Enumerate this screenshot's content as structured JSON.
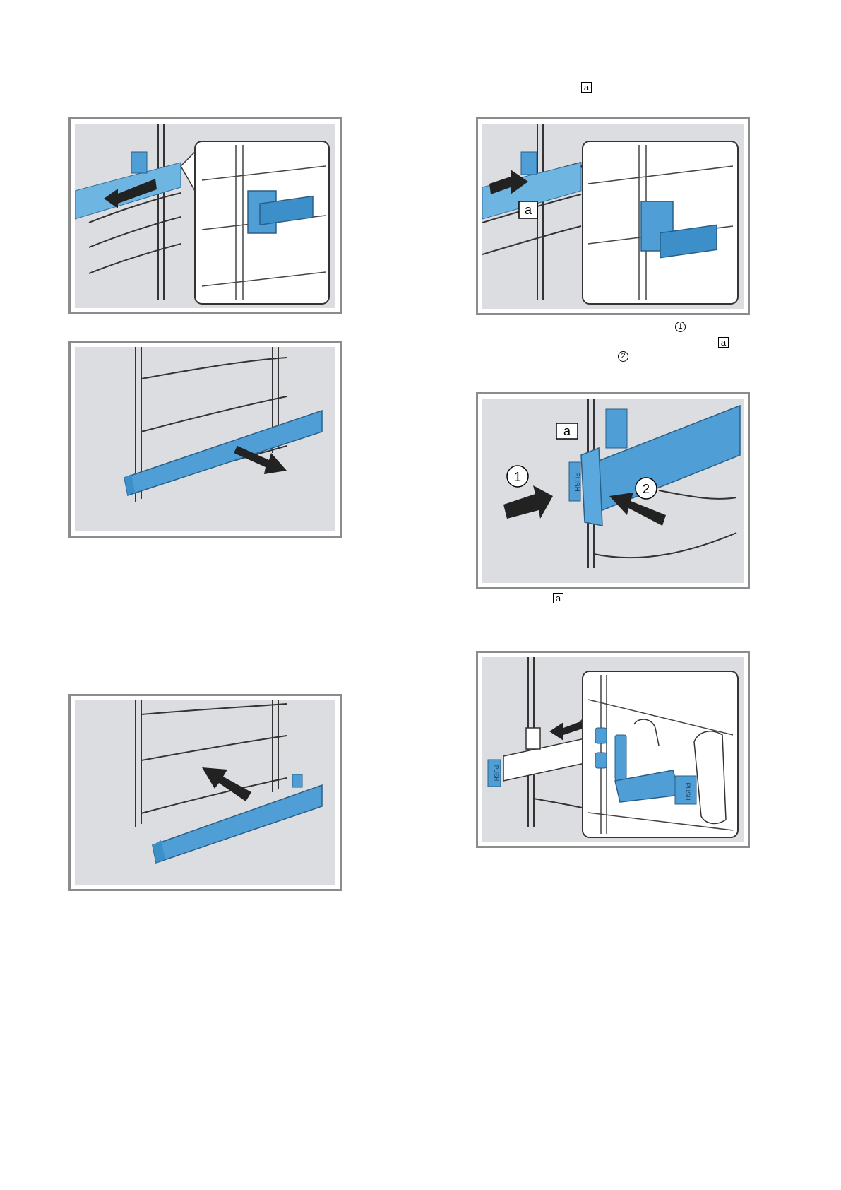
{
  "markers": {
    "a": "a",
    "one": "1",
    "two": "2"
  },
  "figures": {
    "fig2": {
      "callout": "a"
    },
    "fig4": {
      "callout": "a",
      "arrow1": "1",
      "arrow2": "2",
      "push": "PUSH"
    },
    "fig6": {
      "push1": "PUSH",
      "push2": "PUSH"
    }
  },
  "colors": {
    "background": "#dcdde0",
    "accent_blue": "#4f9fd6",
    "border": "#8c8c8c"
  }
}
